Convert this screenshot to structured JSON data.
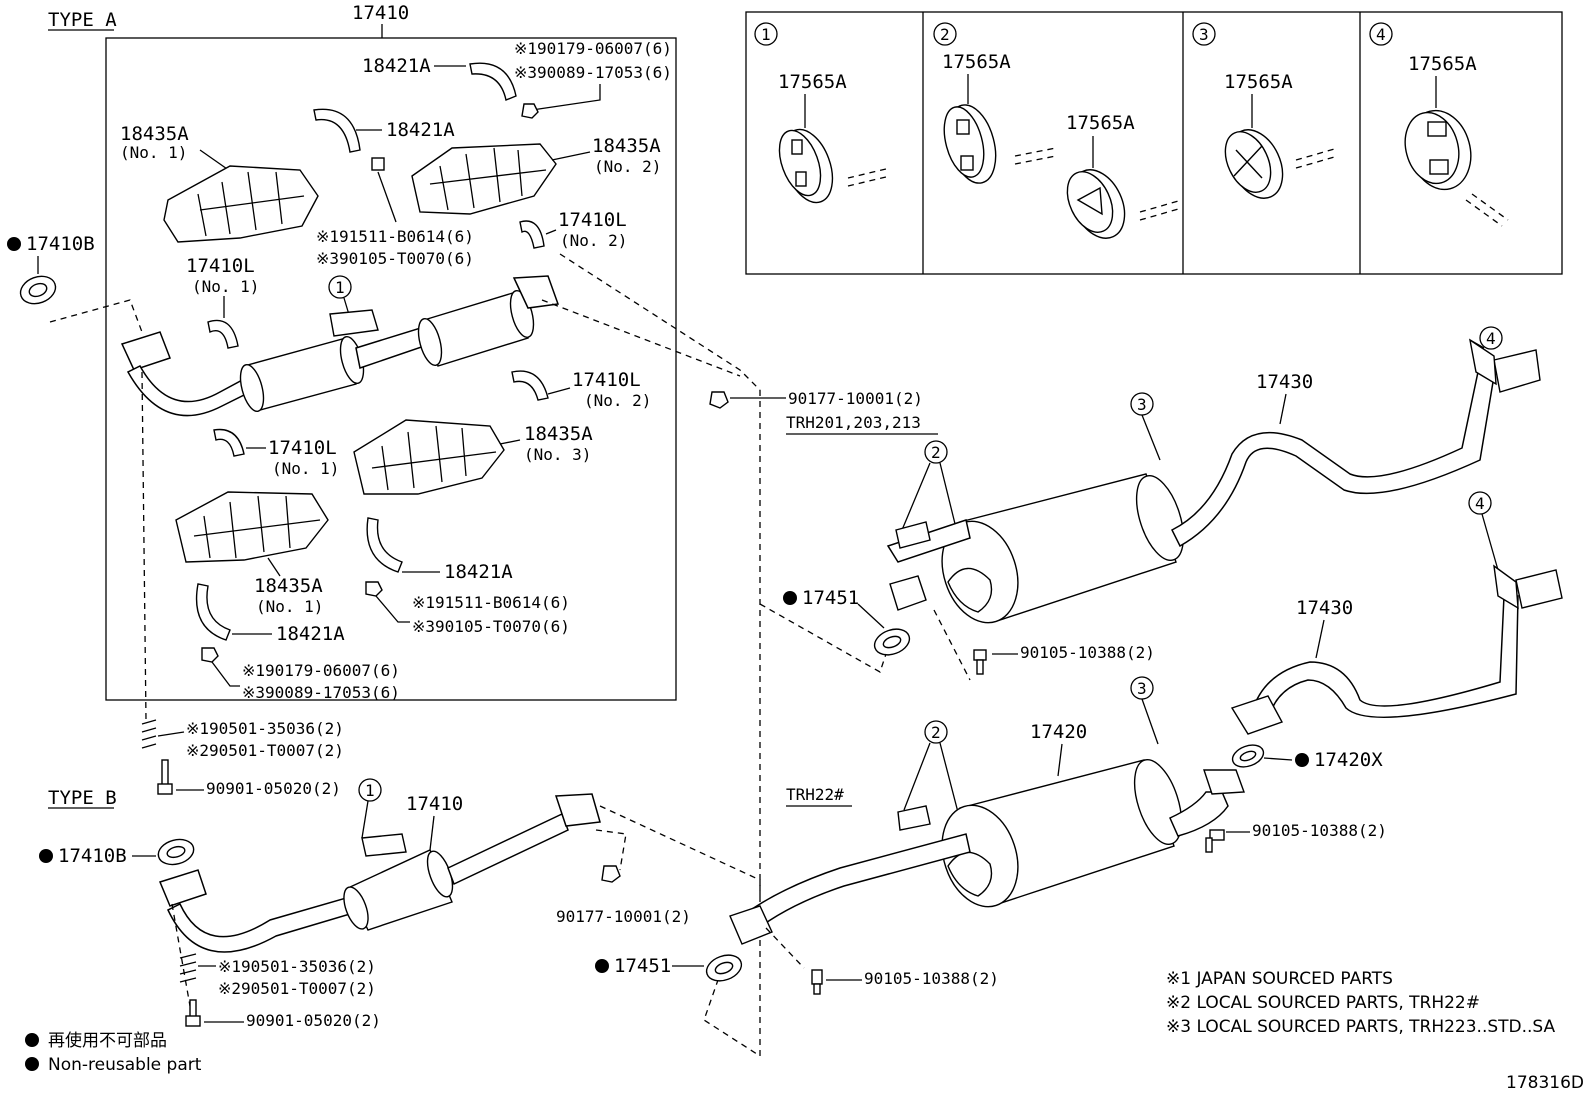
{
  "type_a": {
    "label": "TYPE A",
    "assembly": "17410"
  },
  "type_b": {
    "label": "TYPE B",
    "assembly": "17410"
  },
  "callouts": {
    "c1": "1",
    "c2": "2",
    "c3": "3",
    "c4": "4"
  },
  "inset": {
    "panels": [
      {
        "num": "1",
        "labels": [
          "17565A"
        ]
      },
      {
        "num": "2",
        "labels": [
          "17565A",
          "17565A"
        ]
      },
      {
        "num": "3",
        "labels": [
          "17565A"
        ]
      },
      {
        "num": "4",
        "labels": [
          "17565A"
        ]
      }
    ]
  },
  "type_a_parts": {
    "p18421A_top": "18421A",
    "p18421A_mid": "18421A",
    "note_190179_top": "※190179-06007(6)",
    "note_390089_top": "※390089-17053(6)",
    "p18435A_no1": "18435A",
    "p18435A_no1_sub": "(No. 1)",
    "p18435A_no2": "18435A",
    "p18435A_no2_sub": "(No. 2)",
    "note_191511_top": "※191511-B0614(6)",
    "note_390105_top": "※390105-T0070(6)",
    "p17410L_no2_top": "17410L",
    "p17410L_no2_top_sub": "(No. 2)",
    "p17410L_no1_top": "17410L",
    "p17410L_no1_top_sub": "(No. 1)",
    "p17410B": "17410B",
    "p17410L_no2_mid": "17410L",
    "p17410L_no2_mid_sub": "(No. 2)",
    "p17410L_no1_mid": "17410L",
    "p17410L_no1_mid_sub": "(No. 1)",
    "p18435A_no3": "18435A",
    "p18435A_no3_sub": "(No. 3)",
    "p18435A_no1_low": "18435A",
    "p18435A_no1_low_sub": "(No. 1)",
    "p18421A_low1": "18421A",
    "p18421A_low2": "18421A",
    "note_191511_low": "※191511-B0614(6)",
    "note_390105_low": "※390105-T0070(6)",
    "note_190179_low": "※190179-06007(6)",
    "note_390089_low": "※390089-17053(6)",
    "note_190501_a": "※190501-35036(2)",
    "note_290501_a": "※290501-T0007(2)",
    "bolt_a": "90901-05020(2)"
  },
  "type_b_parts": {
    "p17410B": "17410B",
    "note_190501_b": "※190501-35036(2)",
    "note_290501_b": "※290501-T0007(2)",
    "bolt_b": "90901-05020(2)",
    "nut_b": "90177-10001(2)",
    "gasket_b": "17451"
  },
  "rear_parts": {
    "nut_top": "90177-10001(2)",
    "variant_top": "TRH201,203,213",
    "muffler_top": "17430",
    "gasket_top": "17451",
    "bolt_top": "90105-10388(2)",
    "muffler_mid": "17430",
    "variant_low": "TRH22#",
    "center_pipe": "17420",
    "gasket_420x": "17420X",
    "bolt_mid": "90105-10388(2)",
    "bolt_low": "90105-10388(2)"
  },
  "notes": {
    "n1": "※1 JAPAN SOURCED PARTS",
    "n2": "※2 LOCAL SOURCED PARTS, TRH22#",
    "n3": "※3 LOCAL SOURCED PARTS, TRH223..STD..SA"
  },
  "legend": {
    "jp": "再使用不可部品",
    "en": "Non-reusable part"
  },
  "diagram_id": "178316D"
}
